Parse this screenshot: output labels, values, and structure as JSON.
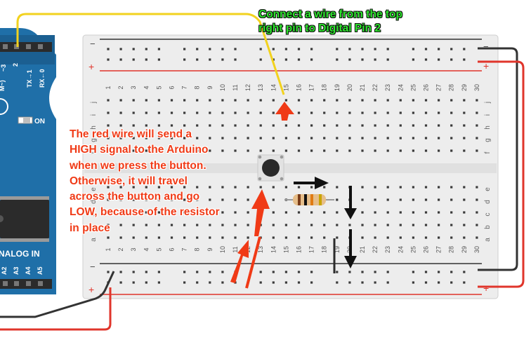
{
  "annotations": {
    "top_note": [
      "Connect a wire from the top",
      "right pin to Digital Pin 2"
    ],
    "side_note": [
      "The red wire will send a",
      "HIGH signal to the Arduino",
      "when we press the button.",
      "Otherwise, it will travel",
      "across the button and go",
      "LOW, because of the resistor",
      "in place"
    ]
  },
  "arduino": {
    "pin_labels": [
      "~3",
      "2",
      "TX→1",
      "RX←0"
    ],
    "pin_labels_alt": "M~)",
    "on_label": "ON",
    "analog_label": "NALOG IN",
    "analog_pins": [
      "A2",
      "A3",
      "A4",
      "A5"
    ]
  },
  "breadboard": {
    "rail_minus": "−",
    "rail_plus": "+",
    "column_numbers": [
      "1",
      "2",
      "3",
      "4",
      "5",
      "6",
      "7",
      "8",
      "9",
      "10",
      "11",
      "12",
      "13",
      "14",
      "15",
      "16",
      "17",
      "18",
      "19",
      "20",
      "21",
      "22",
      "23",
      "24",
      "25",
      "26",
      "27",
      "28",
      "29",
      "30"
    ],
    "row_letters_top": [
      "j",
      "i",
      "h",
      "g",
      "f"
    ],
    "row_letters_bottom": [
      "e",
      "d",
      "c",
      "b",
      "a"
    ]
  },
  "colors": {
    "board_bg": "#ededed",
    "hole": "#3a3a3a",
    "rail_red": "#e0352b",
    "rail_black": "#333333",
    "arduino_blue": "#1f6fa8",
    "wire_yellow": "#f2d21e",
    "annotation_red": "#f03a16",
    "annotation_green": "#2ee62e"
  }
}
